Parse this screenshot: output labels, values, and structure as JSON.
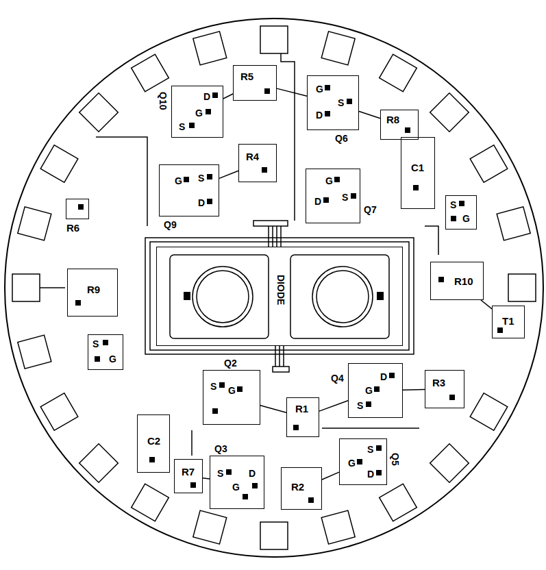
{
  "diagram": {
    "nodes": [
      {
        "text": [
          "Q10",
          "D",
          "G",
          "S"
        ]
      },
      {
        "text": [
          "R5"
        ]
      },
      {
        "text": [
          "Q6",
          "G",
          "S",
          "D"
        ]
      },
      {
        "text": [
          "R8"
        ]
      },
      {
        "text": [
          "Q9",
          "G",
          "S",
          "D"
        ]
      },
      {
        "text": [
          "R4"
        ]
      },
      {
        "text": [
          "Q7",
          "G",
          "S",
          "D"
        ]
      },
      {
        "text": [
          "C1"
        ]
      },
      {
        "text": [
          "S",
          "G"
        ]
      },
      {
        "text": [
          "R6"
        ]
      },
      {
        "text": [
          "R9"
        ]
      },
      {
        "text": [
          "DIODE"
        ]
      },
      {
        "text": [
          "R10"
        ]
      },
      {
        "text": [
          "T1"
        ]
      },
      {
        "text": [
          "S",
          "G"
        ]
      },
      {
        "text": [
          "Q2",
          "S",
          "G"
        ]
      },
      {
        "text": [
          "Q4",
          "D",
          "G",
          "S"
        ]
      },
      {
        "text": [
          "R1"
        ]
      },
      {
        "text": [
          "R3"
        ]
      },
      {
        "text": [
          "C2"
        ]
      },
      {
        "text": [
          "R7"
        ]
      },
      {
        "text": [
          "Q3",
          "S",
          "G",
          "D"
        ]
      },
      {
        "text": [
          "R2"
        ]
      },
      {
        "text": [
          "Q5",
          "S",
          "G",
          "D"
        ]
      }
    ],
    "edges": [
      {
        "from": 0,
        "to": 1,
        "arrow": "none"
      },
      {
        "from": 1,
        "to": 2,
        "arrow": "none"
      },
      {
        "from": 2,
        "to": 3,
        "arrow": "none"
      },
      {
        "from": 4,
        "to": 5,
        "arrow": "none"
      },
      {
        "from": 15,
        "to": 17,
        "arrow": "none"
      },
      {
        "from": 17,
        "to": 16,
        "arrow": "none"
      },
      {
        "from": 16,
        "to": 18,
        "arrow": "none"
      },
      {
        "from": 20,
        "to": 21,
        "arrow": "none"
      },
      {
        "from": 22,
        "to": 23,
        "arrow": "none"
      },
      {
        "from": 12,
        "to": 13,
        "arrow": "none"
      }
    ]
  }
}
